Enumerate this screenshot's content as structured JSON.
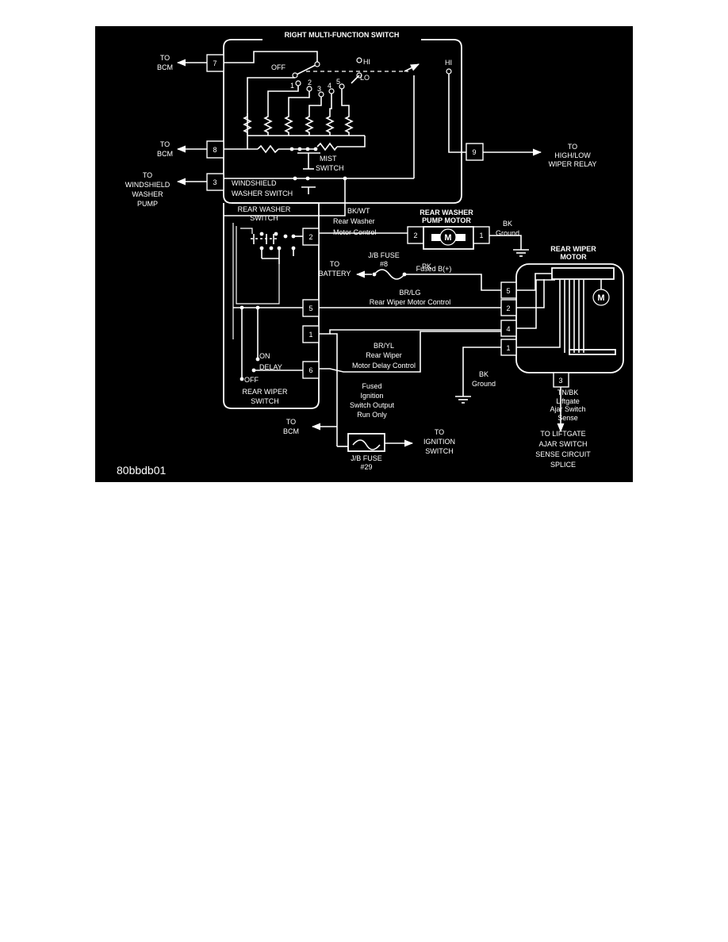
{
  "diagram": {
    "figure_id": "80bbdb01",
    "right_mfs": {
      "title": "RIGHT MULTI-FUNCTION SWITCH",
      "off": "OFF",
      "hi": "HI",
      "lo": "LO",
      "hi2": "HI",
      "pos1": "1",
      "pos2": "2",
      "pos3": "3",
      "pos4": "4",
      "pos5": "5",
      "pin7": "7",
      "pin8": "8",
      "pin3": "3",
      "pin9": "9",
      "mist1": "MIST",
      "mist2": "SWITCH",
      "wsw1": "WINDSHIELD",
      "wsw2": "WASHER SWITCH"
    },
    "to_bcm_7": [
      "TO",
      "BCM"
    ],
    "to_bcm_8": [
      "TO",
      "BCM"
    ],
    "to_ws_pump": [
      "TO",
      "WINDSHIELD",
      "WASHER",
      "PUMP"
    ],
    "to_relay": [
      "TO",
      "HIGH/LOW",
      "WIPER RELAY"
    ],
    "rear_washer_switch": [
      "REAR WASHER",
      "SWITCH"
    ],
    "rear_wiper_switch": {
      "title": [
        "REAR WIPER",
        "SWITCH"
      ],
      "on": "ON",
      "delay": "DELAY",
      "off": "OFF",
      "pin2": "2",
      "pin5": "5",
      "pin1": "1",
      "pin6": "6"
    },
    "bkwt_wire": [
      "BK/WT",
      "Rear Washer",
      "Motor Control"
    ],
    "pump_motor": {
      "title": [
        "REAR WASHER",
        "PUMP MOTOR"
      ],
      "pin2": "2",
      "pin1": "1",
      "m": "M"
    },
    "bk_ground_1": [
      "BK",
      "Ground"
    ],
    "jb_fuse_8": [
      "J/B FUSE",
      "#8"
    ],
    "to_battery": [
      "TO",
      "BATTERY"
    ],
    "pk_wire": [
      "PK",
      "Fused B(+)"
    ],
    "brlg_wire": [
      "BR/LG",
      "Rear Wiper Motor Control"
    ],
    "bryl_wire": [
      "BR/YL",
      "Rear Wiper",
      "Motor Delay Control"
    ],
    "bk_ground_2": [
      "BK",
      "Ground"
    ],
    "fused_ign": [
      "Fused",
      "Ignition",
      "Switch Output",
      "Run Only"
    ],
    "to_bcm_bottom": [
      "TO",
      "BCM"
    ],
    "jb_fuse_29": [
      "J/B FUSE",
      "#29"
    ],
    "to_ign": [
      "TO",
      "IGNITION",
      "SWITCH"
    ],
    "rear_wiper_motor": {
      "title": [
        "REAR WIPER",
        "MOTOR"
      ],
      "pin5": "5",
      "pin2": "2",
      "pin4": "4",
      "pin1": "1",
      "pin3": "3",
      "m": "M"
    },
    "tnbk_wire": [
      "TN/BK",
      "Liftgate",
      "Ajar Switch",
      "Sense"
    ],
    "to_liftgate": [
      "TO LIFTGATE",
      "AJAR SWITCH",
      "SENSE CIRCUIT",
      "SPLICE"
    ]
  }
}
